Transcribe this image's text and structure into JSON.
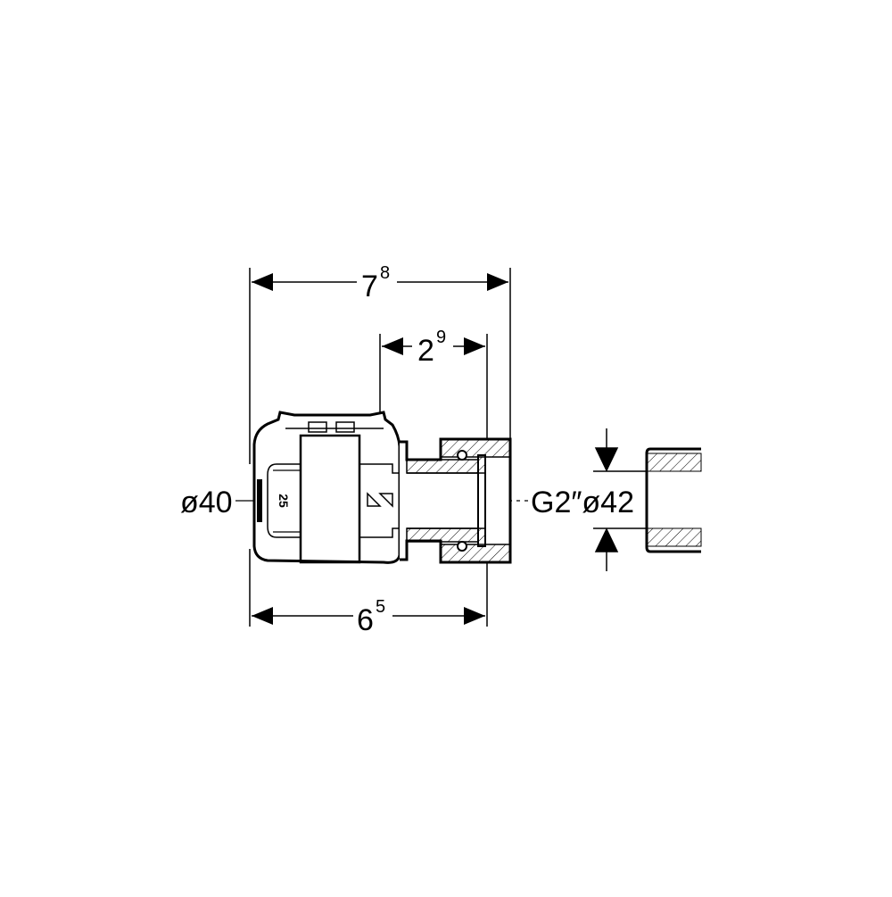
{
  "drawing": {
    "dimensions": {
      "overall_length": {
        "main": "7",
        "sup": "8"
      },
      "insertion_length": {
        "main": "2",
        "sup": "9"
      },
      "body_length": {
        "main": "6",
        "sup": "5"
      },
      "pipe_diameter": "ø40",
      "thread_diameter": "G2″ø42"
    },
    "body_marking": "25"
  },
  "colors": {
    "line": "#000000",
    "background": "#ffffff"
  }
}
